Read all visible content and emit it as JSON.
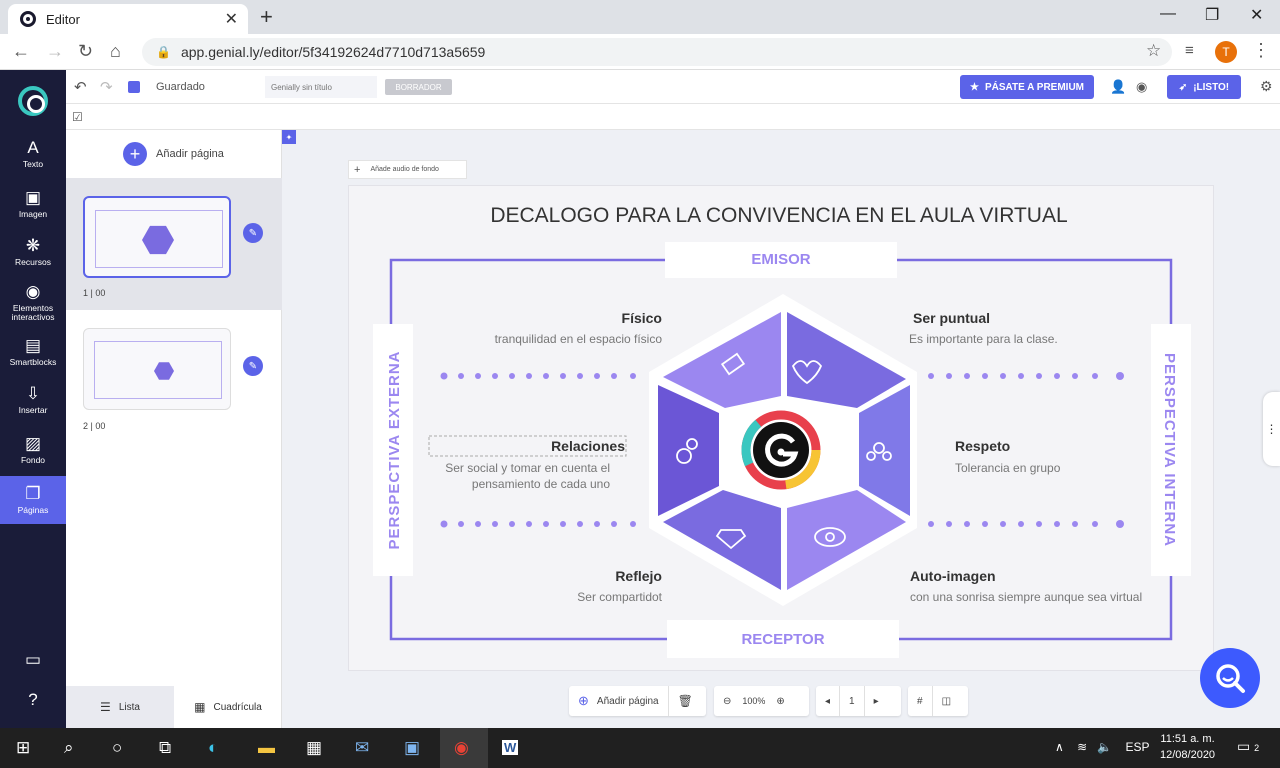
{
  "browser": {
    "tab_title": "Editor",
    "url": "app.genial.ly/editor/5f34192624d7710d713a5659",
    "avatar_letter": "T"
  },
  "sidebar": {
    "items": [
      {
        "label": "Texto",
        "icon": "text-icon"
      },
      {
        "label": "Imagen",
        "icon": "image-icon"
      },
      {
        "label": "Recursos",
        "icon": "resources-icon"
      },
      {
        "label": "Elementos interactivos",
        "icon": "interactive-icon"
      },
      {
        "label": "Smartblocks",
        "icon": "smartblocks-icon"
      },
      {
        "label": "Insertar",
        "icon": "insert-icon"
      },
      {
        "label": "Fondo",
        "icon": "background-icon"
      },
      {
        "label": "Páginas",
        "icon": "pages-icon"
      }
    ],
    "active": "Páginas"
  },
  "toolbar": {
    "saved": "Guardado",
    "title_placeholder": "Genially sin título",
    "draft": "BORRADOR",
    "premium": "PÁSATE A PREMIUM",
    "listo": "¡LISTO!"
  },
  "pages_panel": {
    "add_page": "Añadir página",
    "pages": [
      {
        "label": "1 | 00"
      },
      {
        "label": "2 | 00"
      }
    ],
    "view_list": "Lista",
    "view_grid": "Cuadrícula"
  },
  "canvas": {
    "audio_label": "Añade audio de fondo"
  },
  "slide": {
    "title": "DECALOGO PARA LA CONVIVENCIA EN EL AULA VIRTUAL",
    "emisor": "EMISOR",
    "receptor": "RECEPTOR",
    "externa": "PERSPECTIVA EXTERNA",
    "interna": "PERSPECTIVA INTERNA",
    "fisico_t": "Físico",
    "fisico_d": "tranquilidad en el espacio físico",
    "puntual_t": "Ser puntual",
    "puntual_d": "Es importante para la clase.",
    "relaciones_t": "Relaciones",
    "relaciones_d1": "Ser social y tomar en cuenta el",
    "relaciones_d2": "pensamiento de cada uno",
    "respeto_t": "Respeto",
    "respeto_d": "Tolerancia en grupo",
    "reflejo_t": "Reflejo",
    "reflejo_d": "Ser compartidot",
    "auto_t": "Auto-imagen",
    "auto_d": "con una sonrisa siempre aunque sea virtual"
  },
  "bottom": {
    "add_page": "Añadir página",
    "zoom": "100%",
    "page": "1"
  },
  "taskbar": {
    "lang": "ESP",
    "time": "11:51 a. m.",
    "date": "12/08/2020",
    "notif_count": "2"
  },
  "colors": {
    "accent": "#5b63e8",
    "sidebar": "#1a1c39",
    "purple_light": "#9b87f0",
    "purple_dark": "#6b56d6"
  }
}
